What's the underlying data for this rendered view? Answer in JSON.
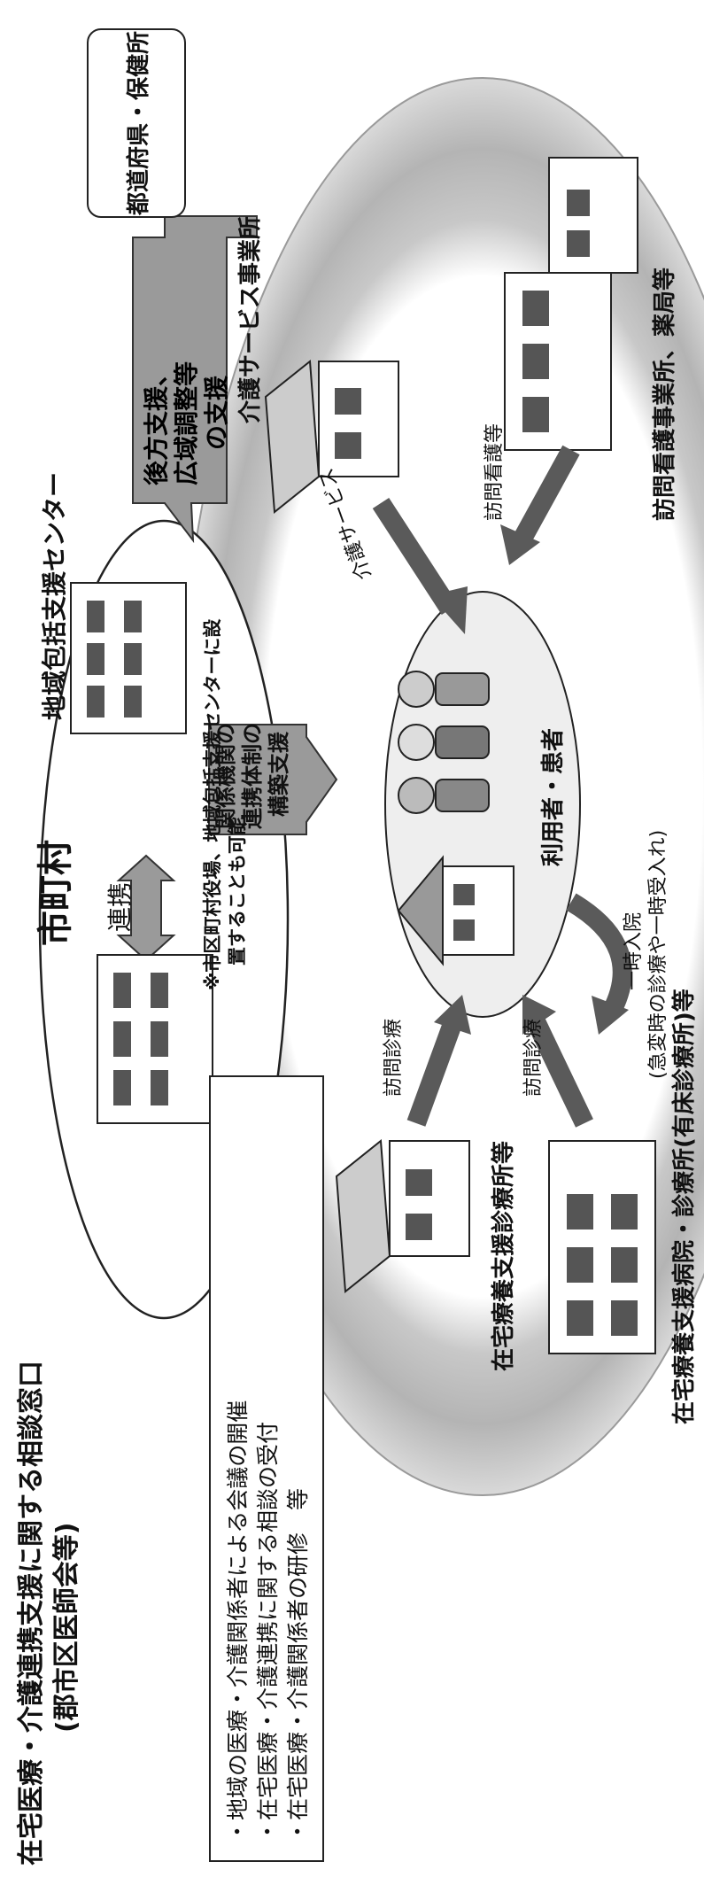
{
  "header": {
    "title_line1": "在宅医療・介護連携支援に関する相談窓口",
    "title_line2": "(郡市区医師会等)",
    "municipality": "市町村",
    "center": "地域包括支援センター",
    "renkei": "連携",
    "footnote_line1": "※市区町村役場、地域包括支援センターに設",
    "footnote_line2": "置することも可能"
  },
  "prefecture": {
    "box": "都道府県・保健所",
    "support_line1": "後方支援、",
    "support_line2": "広域調整等",
    "support_line3": "の支援"
  },
  "arrow_center": {
    "line1": "関係機関の",
    "line2": "連携体制の",
    "line3": "構築支援"
  },
  "activities": {
    "line1": "・地域の医療・介護関係者による会議の開催",
    "line2": "・在宅医療・介護連携に関する相談の受付",
    "line3": "・在宅医療・介護関係者の研修　等"
  },
  "labels": {
    "user": "利用者・患者",
    "care_office": "介護サービス事業所",
    "care_service": "介護サービス",
    "visiting_nurse": "訪問看護等",
    "nurse_station": "訪問看護事業所、薬局等",
    "home_clinic": "在宅療養支援診療所等",
    "visit_medical_1": "訪問診療",
    "visit_medical_2": "訪問診療",
    "hospital": "在宅療養支援病院・診療所(有床診療所)等",
    "admission_line1": "一時入院",
    "admission_line2": "(急変時の診療や一時受入れ)"
  },
  "colors": {
    "ring": "#bdbdbd",
    "arrow_dark": "#5a5a5a",
    "arrow_mid": "#8a8a8a",
    "line": "#222222"
  }
}
